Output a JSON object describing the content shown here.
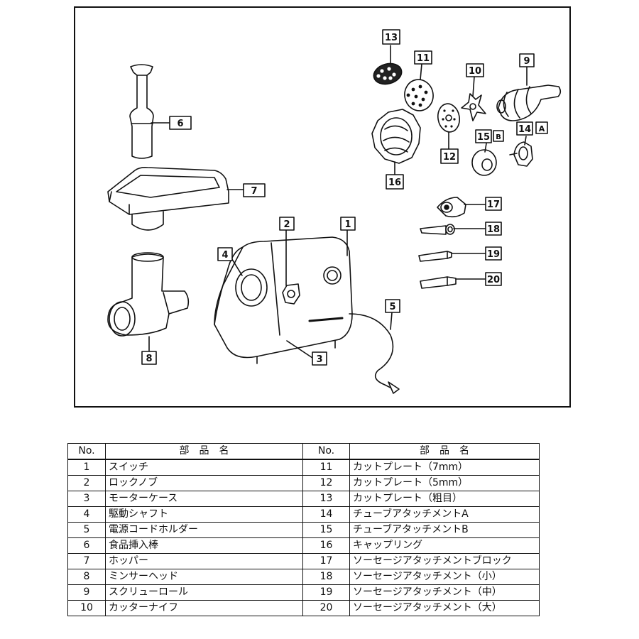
{
  "diagram": {
    "labels": [
      {
        "id": "1",
        "text": "1"
      },
      {
        "id": "2",
        "text": "2"
      },
      {
        "id": "3",
        "text": "3"
      },
      {
        "id": "4",
        "text": "4"
      },
      {
        "id": "5",
        "text": "5"
      },
      {
        "id": "6",
        "text": "6"
      },
      {
        "id": "7",
        "text": "7"
      },
      {
        "id": "8",
        "text": "8"
      },
      {
        "id": "9",
        "text": "9"
      },
      {
        "id": "10",
        "text": "10"
      },
      {
        "id": "11",
        "text": "11"
      },
      {
        "id": "12",
        "text": "12"
      },
      {
        "id": "13",
        "text": "13"
      },
      {
        "id": "14",
        "text": "14",
        "suffix": "A"
      },
      {
        "id": "15",
        "text": "15",
        "suffix": "B"
      },
      {
        "id": "16",
        "text": "16"
      },
      {
        "id": "17",
        "text": "17"
      },
      {
        "id": "18",
        "text": "18"
      },
      {
        "id": "19",
        "text": "19"
      },
      {
        "id": "20",
        "text": "20"
      }
    ]
  },
  "table": {
    "headers": {
      "no_left": "No.",
      "name_left": "部　品　名",
      "no_right": "No.",
      "name_right": "部　品　名"
    },
    "rows": [
      {
        "left_no": "1",
        "left_name": "スイッチ",
        "right_no": "11",
        "right_name": "カットプレート（7mm）"
      },
      {
        "left_no": "2",
        "left_name": "ロックノブ",
        "right_no": "12",
        "right_name": "カットプレート（5mm）"
      },
      {
        "left_no": "3",
        "left_name": "モーターケース",
        "right_no": "13",
        "right_name": "カットプレート（粗目）"
      },
      {
        "left_no": "4",
        "left_name": "駆動シャフト",
        "right_no": "14",
        "right_name": "チューブアタッチメントA"
      },
      {
        "left_no": "5",
        "left_name": "電源コードホルダー",
        "right_no": "15",
        "right_name": "チューブアタッチメントB"
      },
      {
        "left_no": "6",
        "left_name": "食品挿入棒",
        "right_no": "16",
        "right_name": "キャップリング"
      },
      {
        "left_no": "7",
        "left_name": "ホッパー",
        "right_no": "17",
        "right_name": "ソーセージアタッチメントブロック"
      },
      {
        "left_no": "8",
        "left_name": "ミンサーヘッド",
        "right_no": "18",
        "right_name": "ソーセージアタッチメント（小）"
      },
      {
        "left_no": "9",
        "left_name": "スクリューロール",
        "right_no": "19",
        "right_name": "ソーセージアタッチメント（中）"
      },
      {
        "left_no": "10",
        "left_name": "カッターナイフ",
        "right_no": "20",
        "right_name": "ソーセージアタッチメント（大）"
      }
    ]
  }
}
